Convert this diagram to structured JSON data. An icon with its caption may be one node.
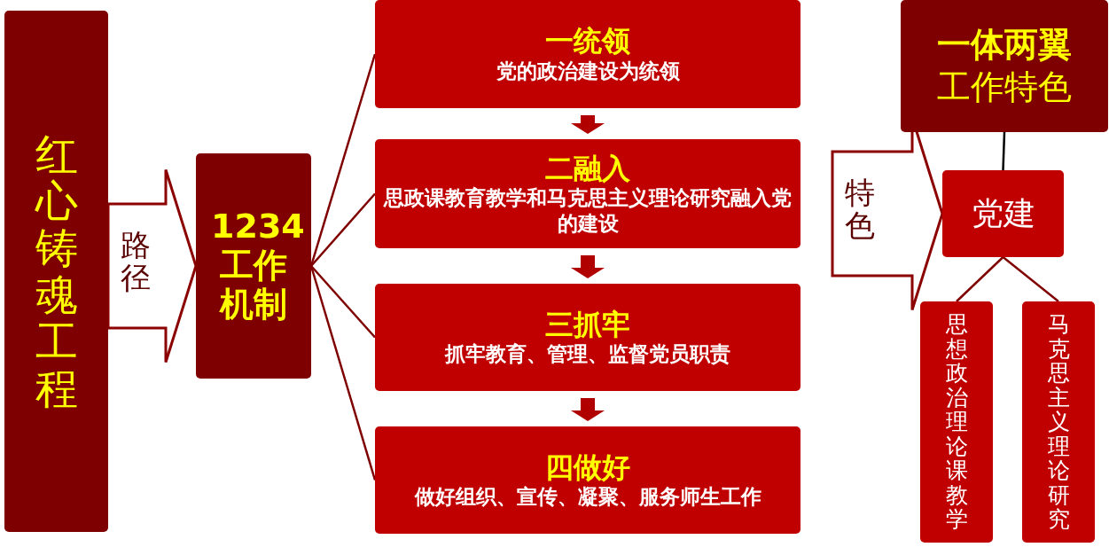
{
  "diagram": {
    "nodes": [
      {
        "text": [
          "红心铸魂工程"
        ]
      },
      {
        "text": [
          "1234工作机制"
        ]
      },
      {
        "text": [
          "一统领",
          "党的政治建设为统领"
        ]
      },
      {
        "text": [
          "二融入",
          "思政课教育教学和马克思主义理论研究融入党的建设"
        ]
      },
      {
        "text": [
          "三抓牢",
          "抓牢教育、管理、监督党员职责"
        ]
      },
      {
        "text": [
          "四做好",
          "做好组织、宣传、凝聚、服务师生工作"
        ]
      },
      {
        "text": [
          "一体两翼",
          "工作特色"
        ]
      },
      {
        "text": [
          "党建"
        ]
      },
      {
        "text": [
          "思想政治理论课教学"
        ]
      },
      {
        "text": [
          "马克思主义理论研究"
        ]
      }
    ],
    "edges": [
      {
        "from": 0,
        "to": 1,
        "arrow": "to",
        "label": "路径",
        "style": "thick"
      },
      {
        "from": 1,
        "to": 2,
        "arrow": "none"
      },
      {
        "from": 1,
        "to": 3,
        "arrow": "none"
      },
      {
        "from": 1,
        "to": 4,
        "arrow": "none"
      },
      {
        "from": 1,
        "to": 5,
        "arrow": "none"
      },
      {
        "from": 2,
        "to": 3,
        "arrow": "to",
        "style": "thick"
      },
      {
        "from": 3,
        "to": 4,
        "arrow": "to",
        "style": "thick"
      },
      {
        "from": 4,
        "to": 5,
        "arrow": "to",
        "style": "thick"
      },
      {
        "from": null,
        "to": 7,
        "arrow": "to",
        "label": "特色",
        "style": "thick"
      },
      {
        "from": 6,
        "to": 7,
        "arrow": "none",
        "color": "#000000"
      },
      {
        "from": 7,
        "to": 8,
        "arrow": "none"
      },
      {
        "from": 7,
        "to": 9,
        "arrow": "none"
      }
    ]
  }
}
